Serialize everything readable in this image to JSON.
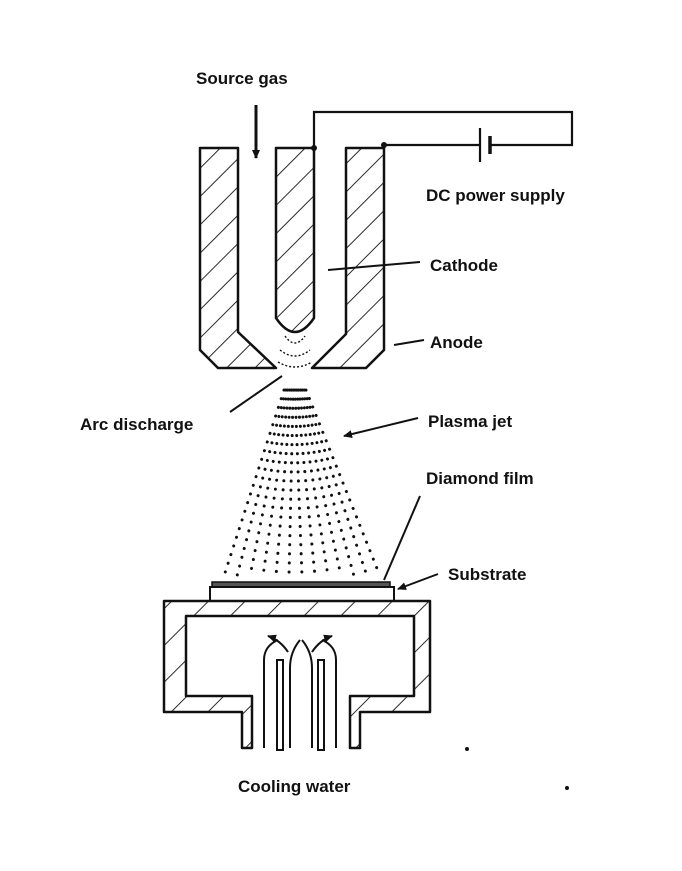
{
  "labels": {
    "source_gas": "Source gas",
    "dc_power_supply": "DC power supply",
    "cathode": "Cathode",
    "anode": "Anode",
    "arc_discharge": "Arc discharge",
    "plasma_jet": "Plasma jet",
    "diamond_film": "Diamond film",
    "substrate": "Substrate",
    "cooling_water": "Cooling water"
  },
  "colors": {
    "ink": "#111111",
    "background": "#ffffff"
  }
}
